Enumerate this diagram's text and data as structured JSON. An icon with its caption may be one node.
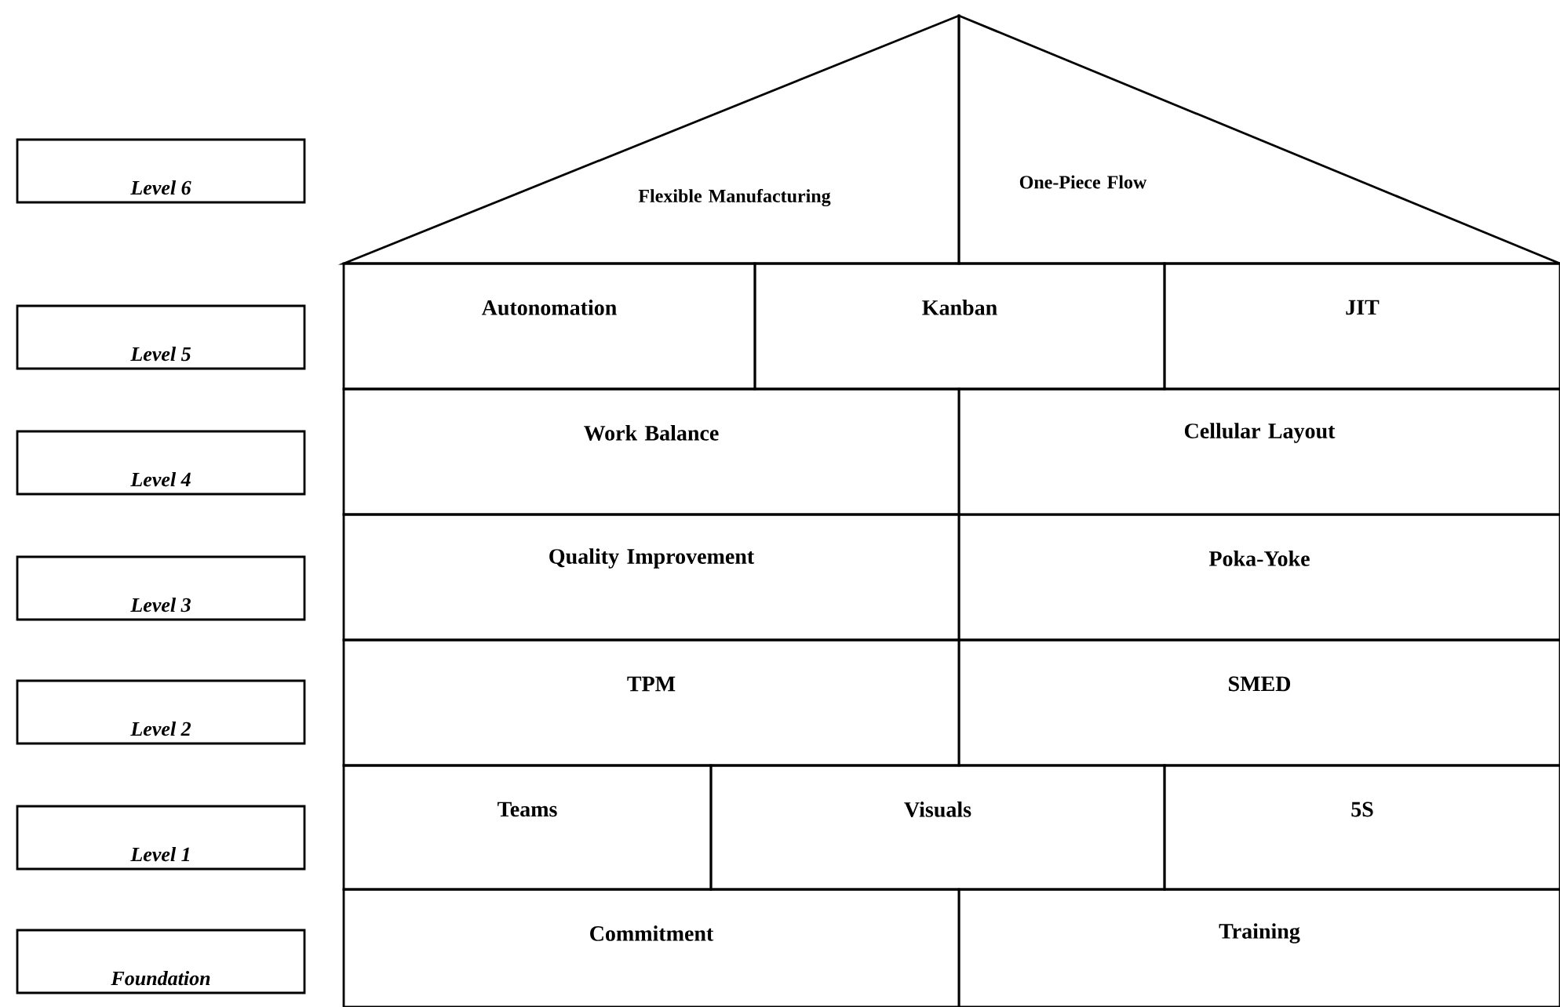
{
  "diagram": {
    "nodes": [
      {
        "text": [
          "Level 6"
        ]
      },
      {
        "text": [
          "Flexible Manufacturing"
        ]
      },
      {
        "text": [
          "One-Piece Flow"
        ]
      },
      {
        "text": [
          "Level 5"
        ]
      },
      {
        "text": [
          "Autonomation"
        ]
      },
      {
        "text": [
          "Kanban"
        ]
      },
      {
        "text": [
          "JIT"
        ]
      },
      {
        "text": [
          "Level 4"
        ]
      },
      {
        "text": [
          "Work Balance"
        ]
      },
      {
        "text": [
          "Cellular Layout"
        ]
      },
      {
        "text": [
          "Level 3"
        ]
      },
      {
        "text": [
          "Quality Improvement"
        ]
      },
      {
        "text": [
          "Poka-Yoke"
        ]
      },
      {
        "text": [
          "Level 2"
        ]
      },
      {
        "text": [
          "TPM"
        ]
      },
      {
        "text": [
          "SMED"
        ]
      },
      {
        "text": [
          "Level 1"
        ]
      },
      {
        "text": [
          "Teams"
        ]
      },
      {
        "text": [
          "Visuals"
        ]
      },
      {
        "text": [
          "5S"
        ]
      },
      {
        "text": [
          "Foundation"
        ]
      },
      {
        "text": [
          "Commitment"
        ]
      },
      {
        "text": [
          "Training"
        ]
      }
    ]
  }
}
